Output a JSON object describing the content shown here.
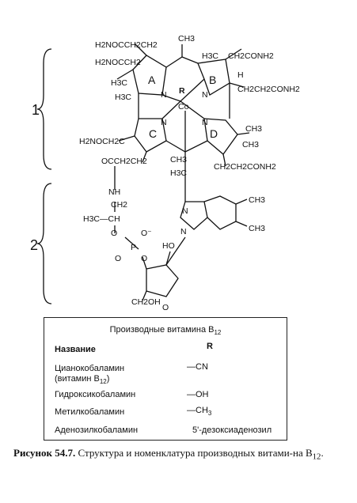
{
  "labels": {
    "part1": "1",
    "part2": "2",
    "ring_a": "A",
    "ring_b": "B",
    "ring_c": "C",
    "ring_d": "D",
    "r_label": "R",
    "co": "Co",
    "n": "N",
    "ch3": "CH3",
    "h3c": "H3C",
    "h2noc_ch2_top1": "H2NOCCH2CH2",
    "h2noc_ch2_top2": "H2NOCCH2",
    "ch2conh2_top": "CH2CONH2",
    "ch2ch2conh2_right": "CH2CH2CONH2",
    "h2noc_ch2_left": "H2NOCH2C",
    "ch2ch2conh2_bottom": "CH2CH2CONH2",
    "occh2ch2": "OCCH2CH2",
    "nh": "NH",
    "ch2": "CH2",
    "h3c_ch": "H3C—CH",
    "o": "O",
    "o_minus": "O⁻",
    "p": "P",
    "ho": "HO",
    "ch2oh": "CH2OH",
    "h": "H"
  },
  "table": {
    "title": "Производные витамина B",
    "title_sub": "12",
    "header_name": "Название",
    "header_r": "R",
    "rows": [
      {
        "name": "Цианокобаламин",
        "name2": "(витамин B",
        "name2_sub": "12",
        "name2_end": ")",
        "r": "—CN"
      },
      {
        "name": "Гидроксикобаламин",
        "r": "—OH"
      },
      {
        "name": "Метилкобаламин",
        "r": "—CH",
        "r_sub": "3"
      },
      {
        "name": "Аденозилкобаламин",
        "r": "5'-дезоксиаденозил"
      }
    ]
  },
  "caption": {
    "bold": "Рисунок 54.7.",
    "text": " Структура и номенклатура производных витами-на B",
    "sub": "12",
    "end": "."
  }
}
